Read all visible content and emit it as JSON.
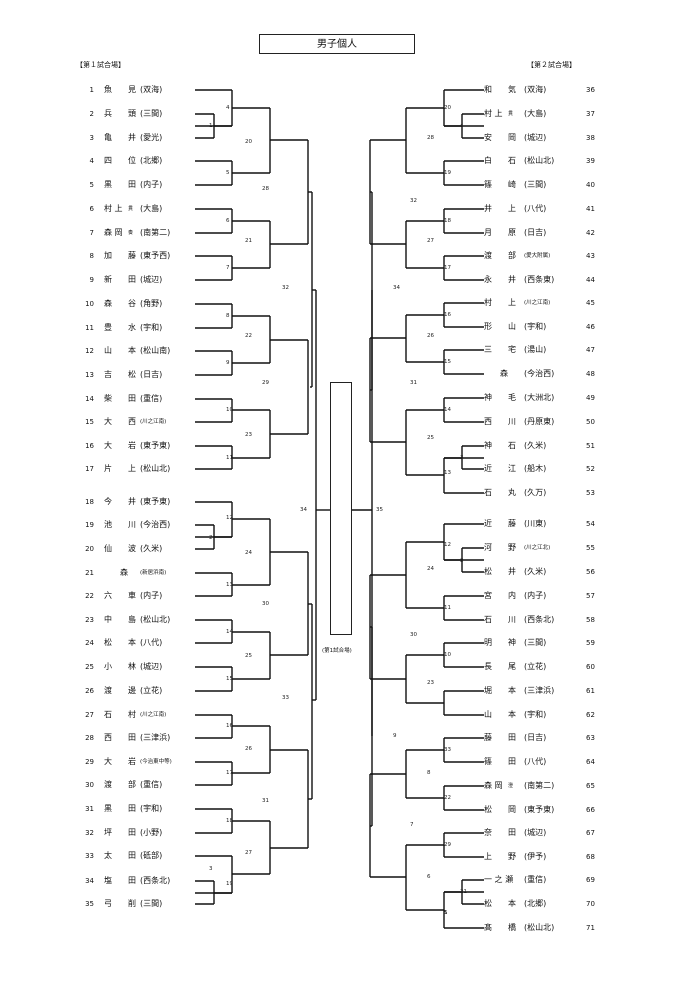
{
  "title": "男子個人",
  "venue_left": "【第１試合場】",
  "venue_right": "【第２試合場】",
  "final_note": "(第1試合場)",
  "left_players": [
    {
      "no": "1",
      "name": "魚　　見",
      "team": "(双海)"
    },
    {
      "no": "2",
      "name": "兵　　頭",
      "team": "(三間)"
    },
    {
      "no": "3",
      "name": "亀　　井",
      "team": "(愛光)"
    },
    {
      "no": "4",
      "name": "四　　位",
      "team": "(北郷)"
    },
    {
      "no": "5",
      "name": "黒　　田",
      "team": "(内子)"
    },
    {
      "no": "6",
      "name": "村 上 ",
      "team": "(大島)",
      "small": "貫"
    },
    {
      "no": "7",
      "name": "森 岡 ",
      "team": "(南第二)",
      "small": "奏"
    },
    {
      "no": "8",
      "name": "加　　藤",
      "team": "(東予西)"
    },
    {
      "no": "9",
      "name": "新　　田",
      "team": "(城辺)"
    },
    {
      "no": "10",
      "name": "森　　谷",
      "team": "(角野)"
    },
    {
      "no": "11",
      "name": "豊　　水",
      "team": "(宇和)"
    },
    {
      "no": "12",
      "name": "山　　本",
      "team": "(松山南)"
    },
    {
      "no": "13",
      "name": "吉　　松",
      "team": "(日吉)"
    },
    {
      "no": "14",
      "name": "柴　　田",
      "team": "(重信)"
    },
    {
      "no": "15",
      "name": "大　　西",
      "team": "(川之江南)"
    },
    {
      "no": "16",
      "name": "大　　岩",
      "team": "(東予東)"
    },
    {
      "no": "17",
      "name": "片　　上",
      "team": "(松山北)"
    },
    {
      "no": "18",
      "name": "今　　井",
      "team": "(東予東)"
    },
    {
      "no": "19",
      "name": "池　　川",
      "team": "(今治西)"
    },
    {
      "no": "20",
      "name": "仙　　波",
      "team": "(久米)"
    },
    {
      "no": "21",
      "name": "　　森　",
      "team": "(新居浜南)"
    },
    {
      "no": "22",
      "name": "六　　車",
      "team": "(内子)"
    },
    {
      "no": "23",
      "name": "中　　島",
      "team": "(松山北)"
    },
    {
      "no": "24",
      "name": "松　　本",
      "team": "(八代)"
    },
    {
      "no": "25",
      "name": "小　　林",
      "team": "(城辺)"
    },
    {
      "no": "26",
      "name": "渡　　邊",
      "team": "(立花)"
    },
    {
      "no": "27",
      "name": "石　　村",
      "team": "(川之江南)"
    },
    {
      "no": "28",
      "name": "西　　田",
      "team": "(三津浜)"
    },
    {
      "no": "29",
      "name": "大　　岩",
      "team": "(今治東中等)"
    },
    {
      "no": "30",
      "name": "渡　　部",
      "team": "(重信)"
    },
    {
      "no": "31",
      "name": "黒　　田",
      "team": "(宇和)"
    },
    {
      "no": "32",
      "name": "坪　　田",
      "team": "(小野)"
    },
    {
      "no": "33",
      "name": "太　　田",
      "team": "(砥部)"
    },
    {
      "no": "34",
      "name": "塩　　田",
      "team": "(西条北)"
    },
    {
      "no": "35",
      "name": "弓　　削",
      "team": "(三間)"
    }
  ],
  "right_players": [
    {
      "no": "36",
      "name": "和　　気",
      "team": "(双海)"
    },
    {
      "no": "37",
      "name": "村 上 ",
      "team": "(大島)",
      "small": "貫"
    },
    {
      "no": "38",
      "name": "安　　岡",
      "team": "(城辺)"
    },
    {
      "no": "39",
      "name": "白　　石",
      "team": "(松山北)"
    },
    {
      "no": "40",
      "name": "篠　　崎",
      "team": "(三間)"
    },
    {
      "no": "41",
      "name": "井　　上",
      "team": "(八代)"
    },
    {
      "no": "42",
      "name": "月　　原",
      "team": "(日吉)"
    },
    {
      "no": "43",
      "name": "渡　　部",
      "team": "(愛大附属)"
    },
    {
      "no": "44",
      "name": "永　　井",
      "team": "(西条東)"
    },
    {
      "no": "45",
      "name": "村　　上",
      "team": "(川之江南)"
    },
    {
      "no": "46",
      "name": "形　　山",
      "team": "(宇和)"
    },
    {
      "no": "47",
      "name": "三　　宅",
      "team": "(湯山)"
    },
    {
      "no": "48",
      "name": "　　森　",
      "team": "(今治西)"
    },
    {
      "no": "49",
      "name": "神　　毛",
      "team": "(大洲北)"
    },
    {
      "no": "50",
      "name": "西　　川",
      "team": "(丹原東)"
    },
    {
      "no": "51",
      "name": "神　　石",
      "team": "(久米)"
    },
    {
      "no": "52",
      "name": "近　　江",
      "team": "(船木)"
    },
    {
      "no": "53",
      "name": "石　　丸",
      "team": "(久万)"
    },
    {
      "no": "54",
      "name": "近　　藤",
      "team": "(川東)"
    },
    {
      "no": "55",
      "name": "河　　野",
      "team": "(川之江北)"
    },
    {
      "no": "56",
      "name": "松　　井",
      "team": "(久米)"
    },
    {
      "no": "57",
      "name": "宮　　内",
      "team": "(内子)"
    },
    {
      "no": "58",
      "name": "石　　川",
      "team": "(西条北)"
    },
    {
      "no": "59",
      "name": "明　　神",
      "team": "(三間)"
    },
    {
      "no": "60",
      "name": "長　　尾",
      "team": "(立花)"
    },
    {
      "no": "61",
      "name": "堀　　本",
      "team": "(三津浜)"
    },
    {
      "no": "62",
      "name": "山　　本",
      "team": "(宇和)"
    },
    {
      "no": "63",
      "name": "藤　　田",
      "team": "(日吉)"
    },
    {
      "no": "64",
      "name": "篠　　田",
      "team": "(八代)"
    },
    {
      "no": "65",
      "name": "森 岡 ",
      "team": "(南第二)",
      "small": "澄"
    },
    {
      "no": "66",
      "name": "松　　岡",
      "team": "(東予東)"
    },
    {
      "no": "67",
      "name": "奈　　田",
      "team": "(城辺)"
    },
    {
      "no": "68",
      "name": "上　　野",
      "team": "(伊予)"
    },
    {
      "no": "69",
      "name": "一 之 瀬",
      "team": "(重信)"
    },
    {
      "no": "70",
      "name": "松　　本",
      "team": "(北郷)"
    },
    {
      "no": "71",
      "name": "髙　　橋",
      "team": "(松山北)"
    }
  ],
  "left_match_numbers": [
    "1",
    "4",
    "20",
    "5",
    "28",
    "6",
    "21",
    "7",
    "32",
    "8",
    "22",
    "9",
    "29",
    "10",
    "23",
    "11",
    "12",
    "2",
    "24",
    "13",
    "30",
    "14",
    "25",
    "15",
    "33",
    "16",
    "26",
    "17",
    "31",
    "18",
    "27",
    "3",
    "19",
    "34"
  ],
  "right_match_numbers": [
    "20",
    "4",
    "28",
    "19",
    "32",
    "18",
    "27",
    "17",
    "34",
    "16",
    "26",
    "15",
    "31",
    "14",
    "25",
    "3",
    "13",
    "12",
    "2",
    "24",
    "11",
    "30",
    "10",
    "23",
    "9",
    "33",
    "8",
    "22",
    "7",
    "29",
    "6",
    "21",
    "1",
    "5",
    "35"
  ]
}
